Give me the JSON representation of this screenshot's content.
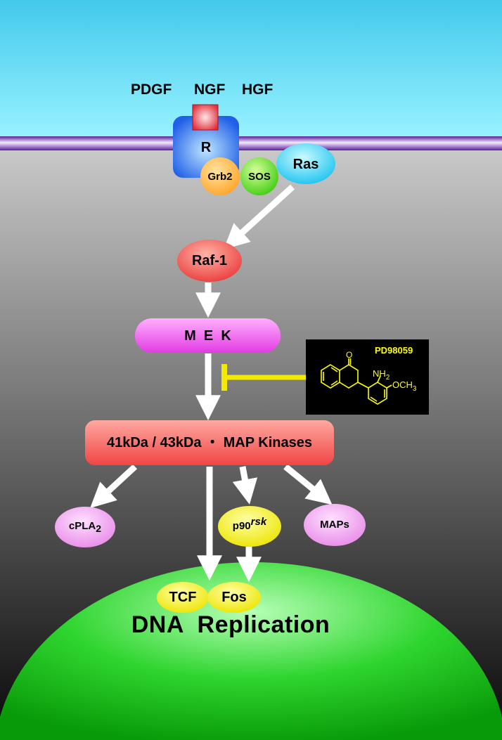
{
  "growth_factors": [
    "PDGF",
    "NGF",
    "HGF"
  ],
  "receptor": {
    "label": "R"
  },
  "adaptors": {
    "grb2": "Grb2",
    "sos": "SOS",
    "ras": "Ras"
  },
  "cascade": {
    "raf": "Raf-1",
    "mek": "M  E  K",
    "mapk": "41kDa / 43kDa ・ MAP Kinases"
  },
  "targets": {
    "cpla2": {
      "base": "cPLA",
      "sub": "2"
    },
    "p90rsk": {
      "base": "p90",
      "sup": "rsk"
    },
    "maps": "MAPs"
  },
  "nucleus": {
    "tcf": "TCF",
    "fos": "Fos",
    "label": "DNA  Replication"
  },
  "inhibitor": {
    "name": "PD98059",
    "amine": {
      "base": "NH",
      "sub": "2"
    },
    "methoxy": {
      "base": "OCH",
      "sub": "3"
    },
    "carbonyl": "O"
  },
  "colors": {
    "sky_top": "#43c9ec",
    "sky_bottom": "#9af3ff",
    "membrane": "#9b55d8",
    "receptor": "#3a78f0",
    "ligand": "#e83a4a",
    "grb2": "#ffb13d",
    "sos": "#5fdc2a",
    "ras": "#3fd4f3",
    "raf": "#f0514f",
    "mek": "#f050f0",
    "mapk": "#f55a55",
    "cpla2": "#f09af0",
    "p90rsk": "#f2ee10",
    "maps": "#f09af0",
    "nucleus": "#22cc22",
    "inhibitor": "#ffff00"
  }
}
